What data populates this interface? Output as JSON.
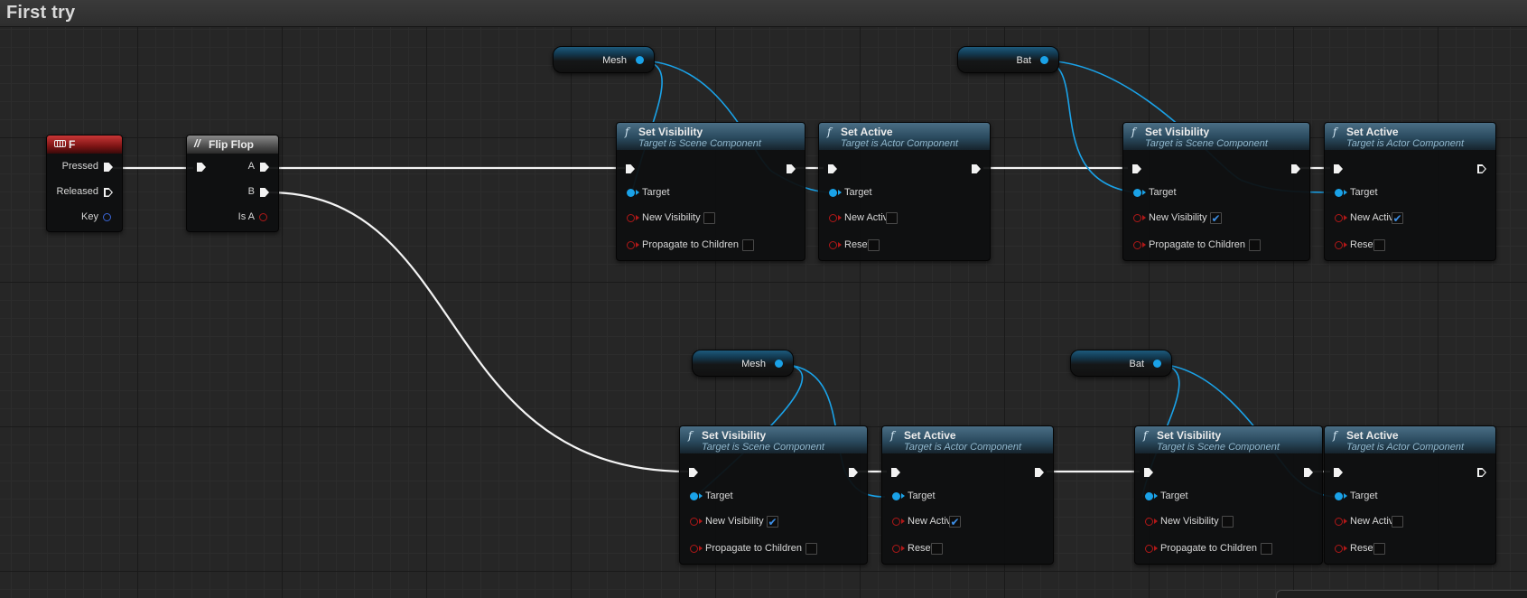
{
  "graph": {
    "title": "First try"
  },
  "colors": {
    "exec_wire": "#ffffff",
    "object_wire": "#1aa2e8",
    "function_header": "#2a4a5e",
    "event_header": "#7d1414",
    "boolean_pin": "#b01818"
  },
  "event_node": {
    "title": "F",
    "pins": {
      "pressed": "Pressed",
      "released": "Released",
      "key": "Key"
    },
    "icon": "keyboard-icon"
  },
  "flipflop_node": {
    "title": "Flip Flop",
    "pins": {
      "a": "A",
      "b": "B",
      "is_a": "Is A"
    },
    "icon": "flipflop-icon"
  },
  "var_nodes": {
    "mesh_top": "Mesh",
    "bat_top": "Bat",
    "mesh_bottom": "Mesh",
    "bat_bottom": "Bat"
  },
  "labels": {
    "set_visibility": "Set Visibility",
    "set_active": "Set Active",
    "target_scene": "Target is Scene Component",
    "target_actor": "Target is Actor Component",
    "target": "Target",
    "new_visibility": "New Visibility",
    "propagate": "Propagate to Children",
    "new_active": "New Active",
    "reset": "Reset",
    "func_icon": "f"
  },
  "nodes": {
    "vis_top_mesh": {
      "new_visibility": false,
      "propagate": false
    },
    "act_top_mesh": {
      "new_active": false,
      "reset": false
    },
    "vis_top_bat": {
      "new_visibility": true,
      "propagate": false
    },
    "act_top_bat": {
      "new_active": true,
      "reset": false
    },
    "vis_bot_mesh": {
      "new_visibility": true,
      "propagate": false
    },
    "act_bot_mesh": {
      "new_active": true,
      "reset": false
    },
    "vis_bot_bat": {
      "new_visibility": false,
      "propagate": false
    },
    "act_bot_bat": {
      "new_active": false,
      "reset": false
    }
  }
}
